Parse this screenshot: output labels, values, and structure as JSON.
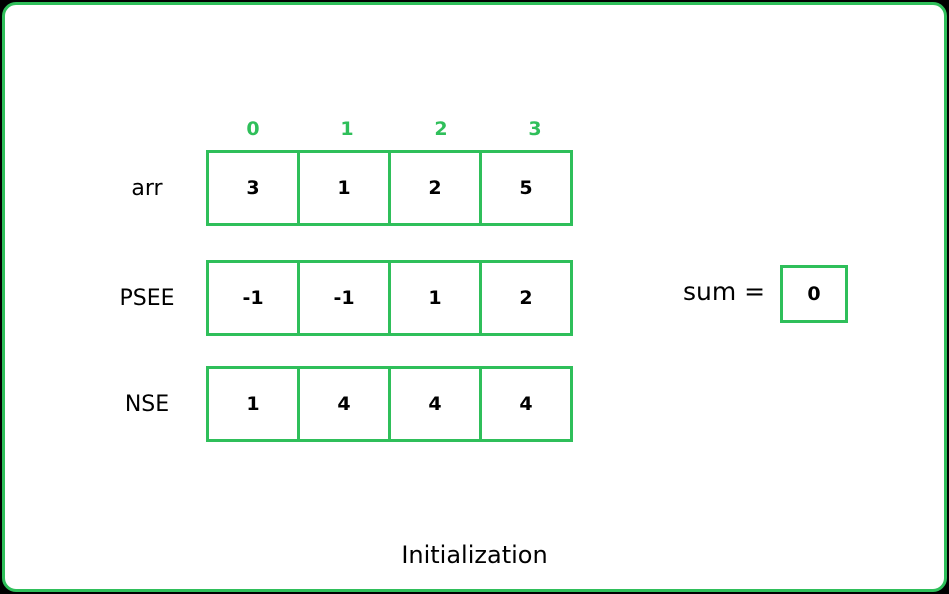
{
  "indices": [
    "0",
    "1",
    "2",
    "3"
  ],
  "rows": [
    {
      "label": "arr",
      "values": [
        "3",
        "1",
        "2",
        "5"
      ]
    },
    {
      "label": "PSEE",
      "values": [
        "-1",
        "-1",
        "1",
        "2"
      ]
    },
    {
      "label": "NSE",
      "values": [
        "1",
        "4",
        "4",
        "4"
      ]
    }
  ],
  "sum": {
    "label": "sum =",
    "value": "0"
  },
  "caption": "Initialization",
  "colors": {
    "accent": "#2fbf5a",
    "background": "#ffffff",
    "outer": "#000000"
  }
}
